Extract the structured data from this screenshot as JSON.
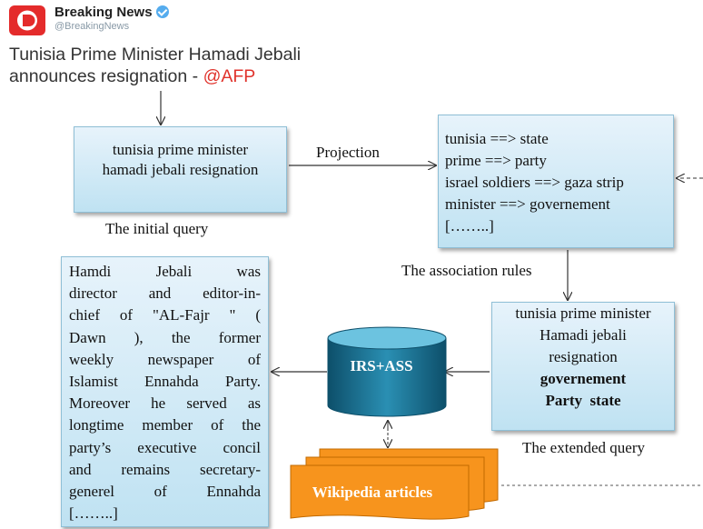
{
  "tweet": {
    "author": "Breaking News",
    "handle": "@BreakingNews",
    "headline_line1": "Tunisia Prime Minister Hamadi Jebali",
    "headline_line2": "announces resignation - ",
    "headline_link": "@AFP"
  },
  "diagram": {
    "initial_query_box": [
      "tunisia prime minister",
      "hamadi jebali resignation"
    ],
    "initial_query_label": "The initial query",
    "projection_label": "Projection",
    "projection_rules": [
      "tunisia ==> state",
      "prime ==> party",
      "israel soldiers ==> gaza strip",
      "minister ==> governement",
      "[……..]"
    ],
    "association_rules_label": "The association rules",
    "extended_query_box": {
      "plain": [
        "tunisia prime minister",
        "Hamadi jebali",
        "resignation"
      ],
      "bold": [
        "governement",
        "Party  state"
      ]
    },
    "extended_query_label": "The extended query",
    "irs_label": "IRS+ASS",
    "wikipedia_label": "Wikipedia articles",
    "result_text": [
      "Hamdi Jebali was",
      "director and editor-in-",
      "chief of \"AL-Fajr \" (",
      "Dawn ), the former",
      "weekly newspaper of",
      "Islamist Ennahda Party.",
      "Moreover he served as",
      "longtime member of the",
      "party’s executive concil",
      "and remains secretary-",
      "generel of Ennahda",
      "[……..]"
    ]
  },
  "colors": {
    "box_fill": "#bfe2f2",
    "cylinder": "#1e6f8e",
    "wiki_orange": "#f7941d",
    "brand_red": "#e42b2b"
  }
}
